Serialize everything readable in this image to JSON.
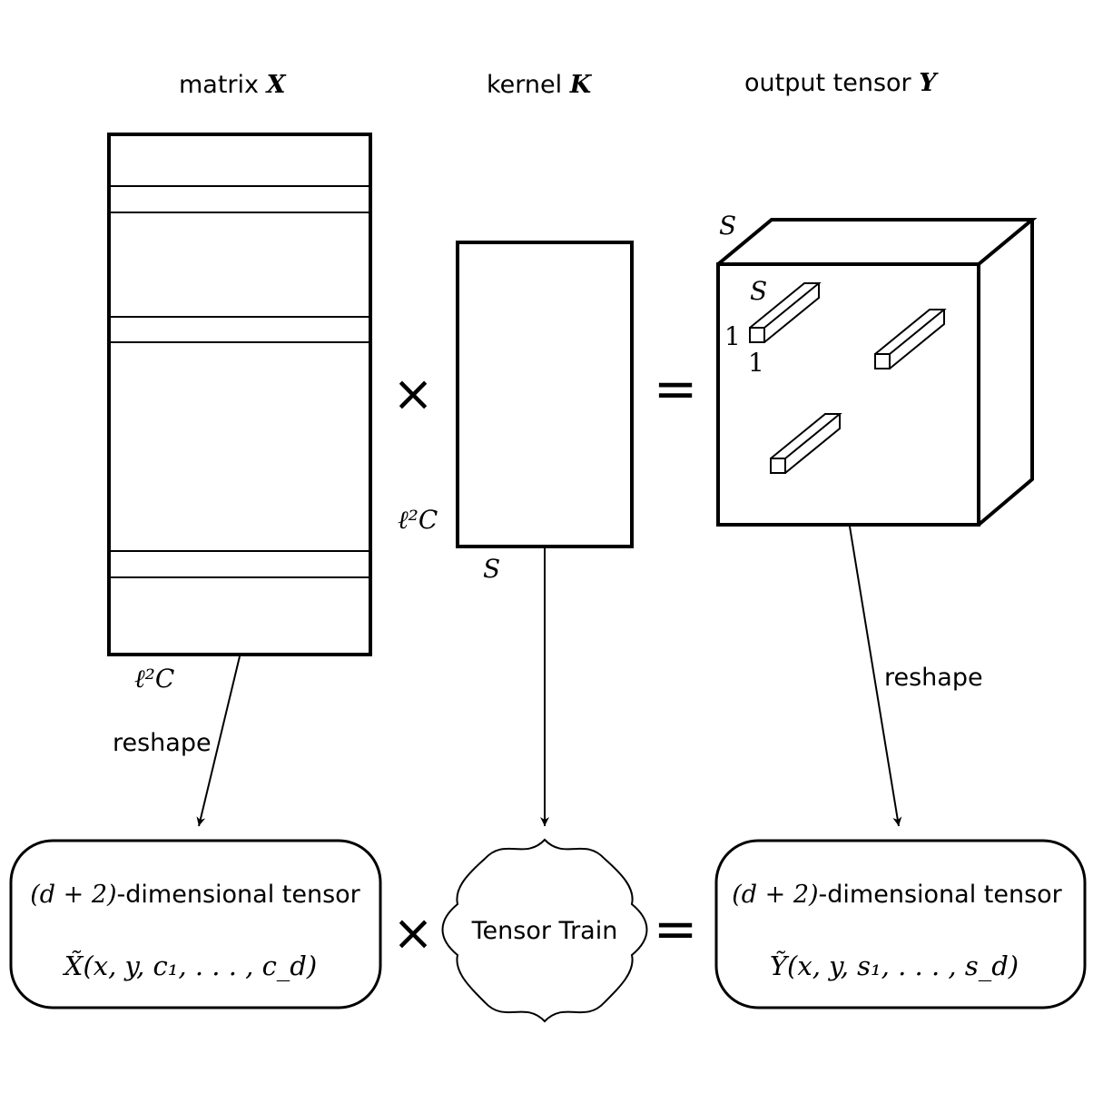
{
  "headers": {
    "matrix": "matrix",
    "matrix_symbol": "X",
    "kernel": "kernel",
    "kernel_symbol": "K",
    "output": "output tensor",
    "output_symbol": "Y"
  },
  "operators": {
    "times_top": "×",
    "equals_top": "=",
    "times_bottom": "×",
    "equals_bottom": "="
  },
  "labels": {
    "matrix_width": "ℓ²C",
    "kernel_height": "ℓ²C",
    "kernel_width": "S",
    "cube_depth": "S",
    "fiber_length": "S",
    "fiber_h": "1",
    "fiber_w": "1"
  },
  "arrows": {
    "reshape_left": "reshape",
    "reshape_right": "reshape"
  },
  "boxes": {
    "left_title_prefix": "(d + 2)",
    "left_title_suffix": "-dimensional tensor",
    "left_formula": "X̃(x, y, c₁, . . . , c_d)",
    "center_cloud": "Tensor Train",
    "right_title_prefix": "(d + 2)",
    "right_title_suffix": "-dimensional tensor",
    "right_formula": "Ỹ(x, y, s₁, . . . , s_d)"
  }
}
